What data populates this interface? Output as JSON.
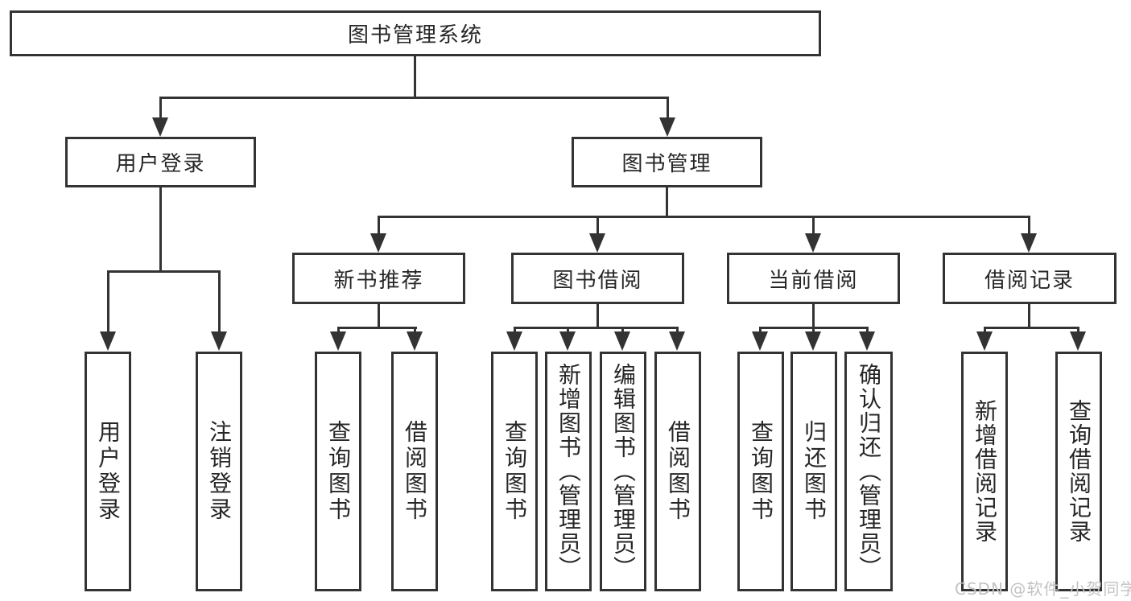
{
  "colors": {
    "line": "#333333",
    "text": "#262626",
    "background": "#ffffff",
    "watermark": "#c3c3c3"
  },
  "root": {
    "label": "图书管理系统"
  },
  "level2": [
    {
      "label": "用户登录"
    },
    {
      "label": "图书管理"
    }
  ],
  "level3": [
    {
      "label": "新书推荐"
    },
    {
      "label": "图书借阅"
    },
    {
      "label": "当前借阅"
    },
    {
      "label": "借阅记录"
    }
  ],
  "leaves": {
    "user_login": [
      {
        "label": "用户登录"
      },
      {
        "label": "注销登录"
      }
    ],
    "new_books": [
      {
        "label": "查询图书"
      },
      {
        "label": "借阅图书"
      }
    ],
    "book_borrow": [
      {
        "label": "查询图书"
      },
      {
        "label": "新增图书（管理员）"
      },
      {
        "label": "编辑图书（管理员）"
      },
      {
        "label": "借阅图书"
      }
    ],
    "current_borrow": [
      {
        "label": "查询图书"
      },
      {
        "label": "归还图书"
      },
      {
        "label": "确认归还（管理员）"
      }
    ],
    "borrow_records": [
      {
        "label": "新增借阅记录"
      },
      {
        "label": "查询借阅记录"
      }
    ]
  },
  "watermark": {
    "text": "CSDN @软件_小贺同学"
  }
}
